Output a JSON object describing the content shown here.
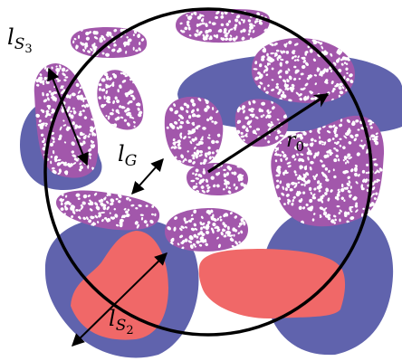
{
  "colors": {
    "background": "#ffffff",
    "blue_region": "#6063ad",
    "red_region": "#f06868",
    "purple_cluster": "#a257ab",
    "speckle": "#ffffff",
    "stroke": "#000000"
  },
  "labels": {
    "l_s3_main": "l",
    "l_s3_sub": "S",
    "l_s3_subsub": "3",
    "l_g_main": "l",
    "l_g_sub": "G",
    "r0_main": "r",
    "r0_sub": "0",
    "l_s2_main": "l",
    "l_s2_sub": "S",
    "l_s2_subsub": "2"
  }
}
